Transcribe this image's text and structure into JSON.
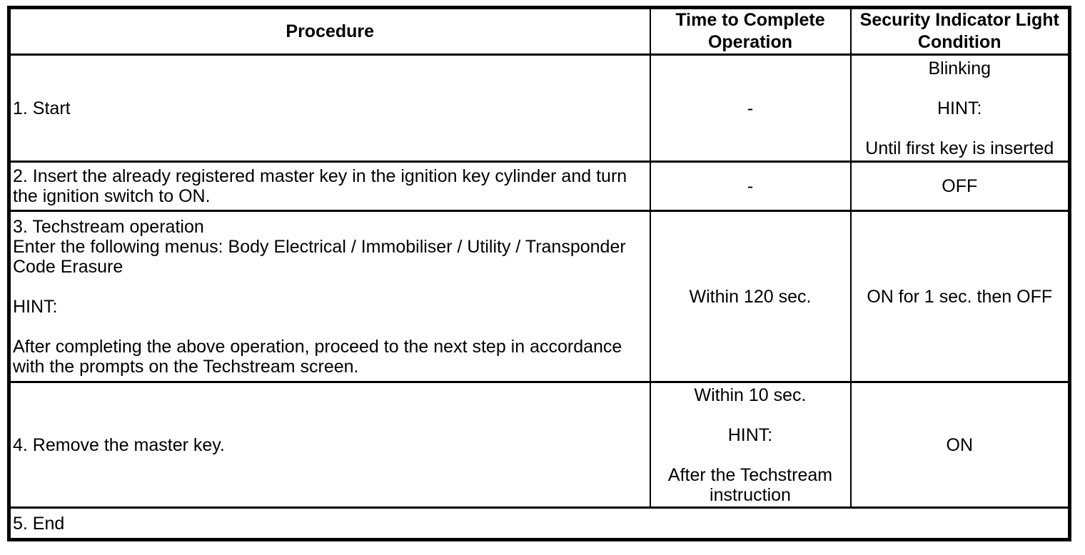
{
  "table": {
    "columns": [
      "Procedure",
      "Time to Complete Operation",
      "Security Indicator Light Condition"
    ],
    "rows": [
      {
        "procedure": [
          "1. Start"
        ],
        "time": [
          "-"
        ],
        "light": [
          "Blinking",
          "HINT:",
          "Until first key is inserted"
        ]
      },
      {
        "procedure": [
          "2. Insert the already registered master key in the ignition key cylinder and turn the ignition switch to ON."
        ],
        "time": [
          "-"
        ],
        "light": [
          "OFF"
        ]
      },
      {
        "procedure": [
          "3. Techstream operation\nEnter the following menus: Body Electrical / Immobiliser / Utility / Transponder Code Erasure",
          "HINT:",
          "After completing the above operation, proceed to the next step in accordance with the prompts on the Techstream screen."
        ],
        "time": [
          "Within 120 sec."
        ],
        "light": [
          "ON for 1 sec. then OFF"
        ]
      },
      {
        "procedure": [
          "4. Remove the master key."
        ],
        "time": [
          "Within 10 sec.",
          "HINT:",
          "After the Techstream instruction"
        ],
        "light": [
          "ON"
        ]
      },
      {
        "procedure": [
          "5. End"
        ]
      }
    ]
  }
}
